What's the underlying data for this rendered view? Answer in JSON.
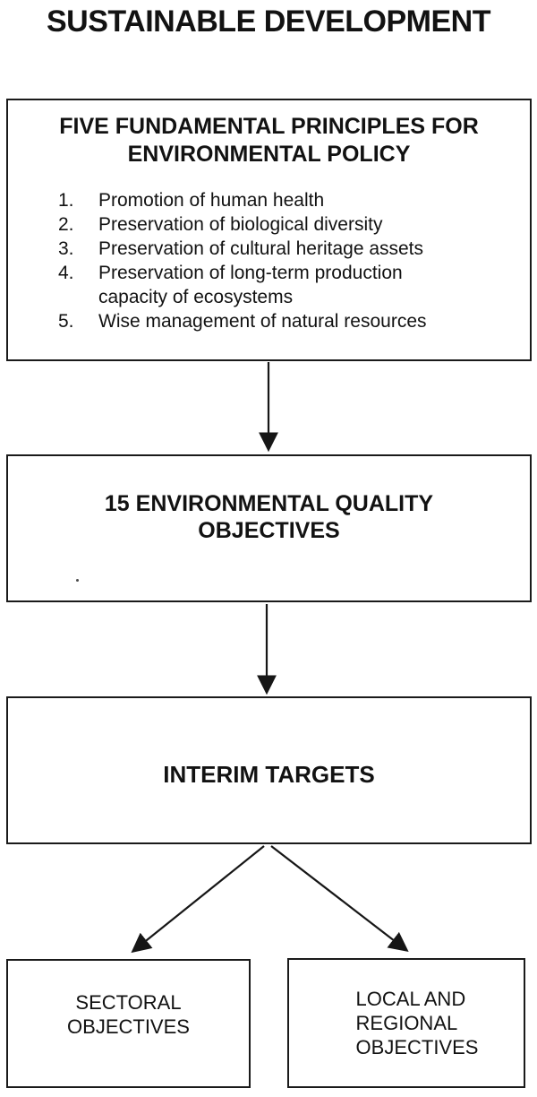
{
  "colors": {
    "background": "#ffffff",
    "ink": "#161616",
    "border": "#1a1a1a"
  },
  "diagram": {
    "title": "SUSTAINABLE DEVELOPMENT",
    "principles": {
      "heading": "FIVE FUNDAMENTAL PRINCIPLES FOR\nENVIRONMENTAL POLICY",
      "items": [
        {
          "num": "1.",
          "text": "Promotion of human health"
        },
        {
          "num": "2.",
          "text": "Preservation of biological diversity"
        },
        {
          "num": "3.",
          "text": "Preservation of cultural heritage assets"
        },
        {
          "num": "4.",
          "text": "Preservation of long-term production\ncapacity of ecosystems"
        },
        {
          "num": "5.",
          "text": "Wise management of natural resources"
        }
      ]
    },
    "quality_objectives": {
      "label": "15 ENVIRONMENTAL QUALITY\nOBJECTIVES"
    },
    "interim_targets": {
      "label": "INTERIM TARGETS"
    },
    "sectoral": {
      "label": "SECTORAL\nOBJECTIVES"
    },
    "local_regional": {
      "label": "LOCAL AND\nREGIONAL\nOBJECTIVES"
    }
  }
}
